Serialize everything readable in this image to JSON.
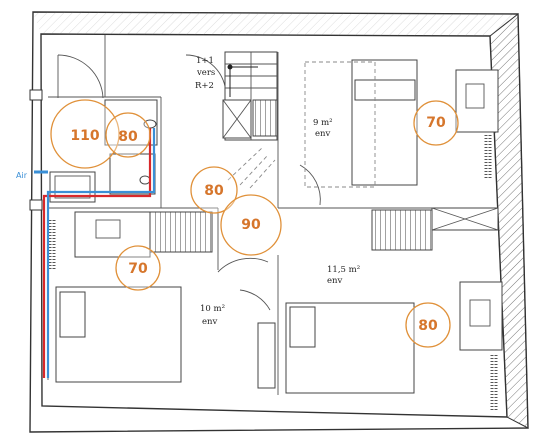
{
  "stair_note": {
    "line1": "1+1",
    "line2": "vers",
    "line3": "R+2"
  },
  "rooms": {
    "top_right": {
      "area": "9 m²",
      "env": "env"
    },
    "middle_right": {
      "area": "11,5 m²",
      "env": "env"
    },
    "bottom_left": {
      "area": "10 m²",
      "env": "env"
    }
  },
  "air_label": "Air",
  "badges": [
    {
      "id": "bathroom-large",
      "value": "110"
    },
    {
      "id": "bathroom-small",
      "value": "80"
    },
    {
      "id": "top-right-desk",
      "value": "70"
    },
    {
      "id": "landing",
      "value": "80"
    },
    {
      "id": "hall",
      "value": "90"
    },
    {
      "id": "left-desk",
      "value": "70"
    },
    {
      "id": "bottom-right-desk",
      "value": "80"
    }
  ],
  "colors": {
    "badge": "#e0913a",
    "duct_red": "#d8282b",
    "duct_blue": "#3a8fd6"
  }
}
